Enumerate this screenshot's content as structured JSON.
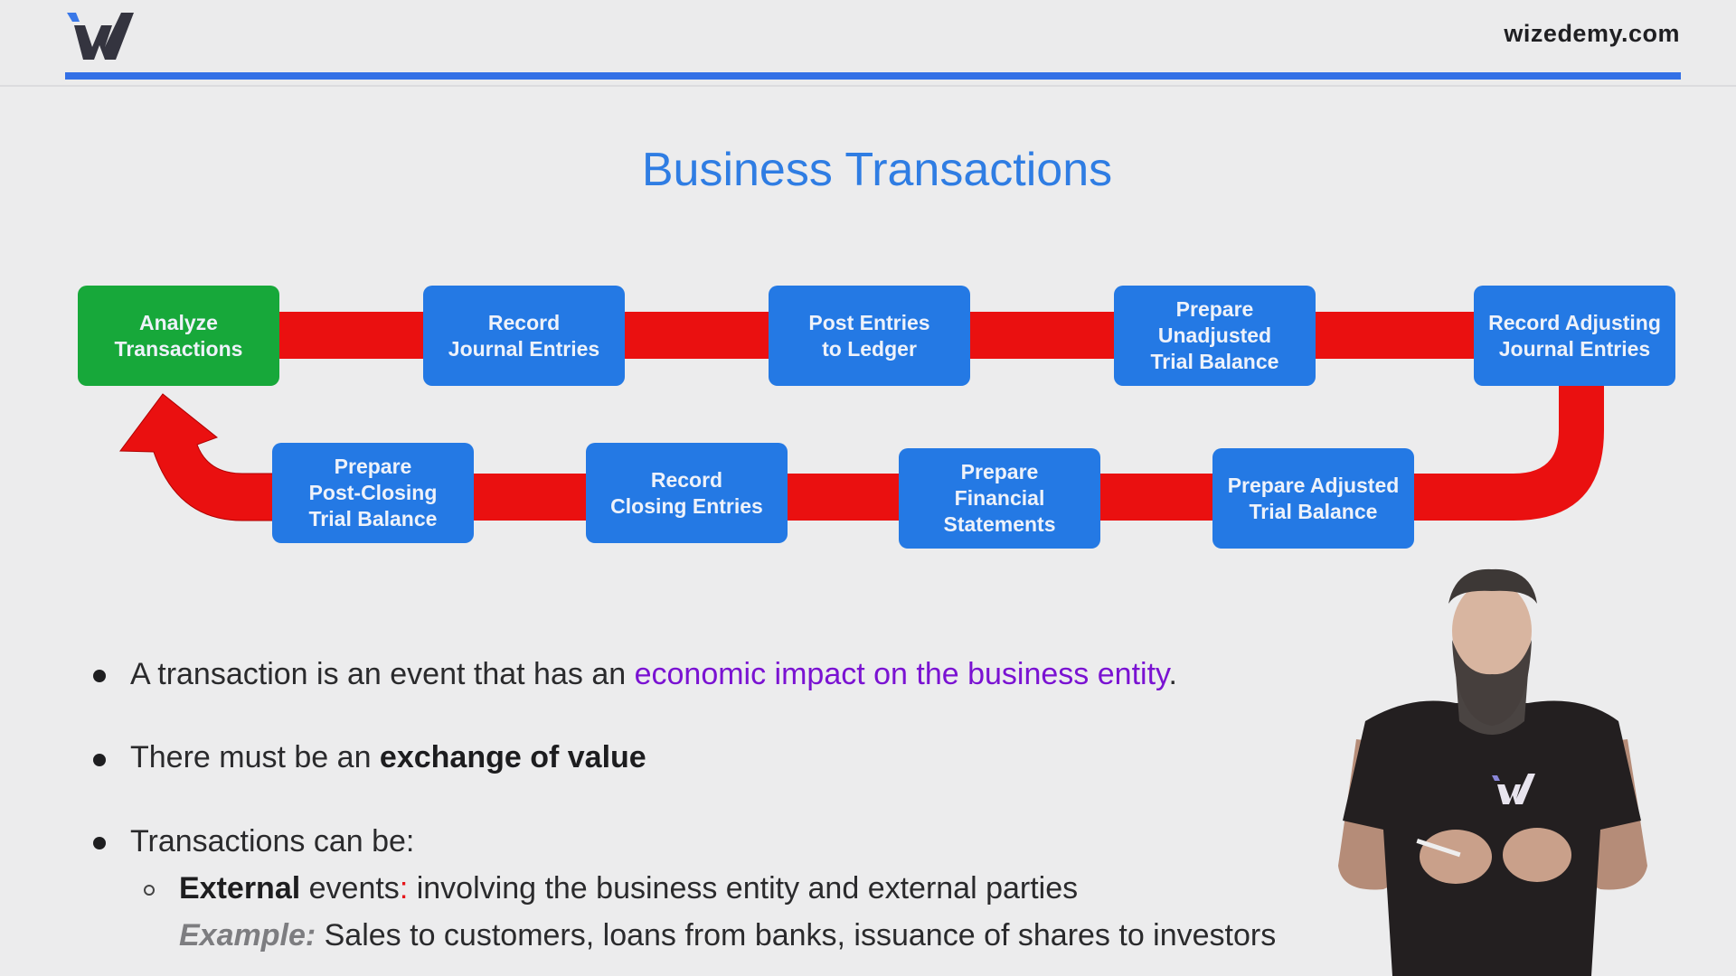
{
  "header": {
    "logo": "wizedemy-w-logo",
    "site": "wizedemy.com",
    "accent_color": "#3370e6"
  },
  "slide": {
    "title": "Business Transactions",
    "title_color": "#2f7de3"
  },
  "cycle": {
    "colors": {
      "step": "#2479e4",
      "start": "#17a83a",
      "connector": "#ea1010"
    },
    "steps": [
      {
        "label": "Analyze\nTransactions"
      },
      {
        "label": "Record\nJournal Entries"
      },
      {
        "label": "Post Entries\nto Ledger"
      },
      {
        "label": "Prepare\nUnadjusted\nTrial Balance"
      },
      {
        "label": "Record Adjusting\nJournal Entries"
      },
      {
        "label": "Prepare Adjusted\nTrial Balance"
      },
      {
        "label": "Prepare\nFinancial\nStatements"
      },
      {
        "label": "Record\nClosing Entries"
      },
      {
        "label": "Prepare\nPost-Closing\nTrial Balance"
      }
    ]
  },
  "bullets": {
    "b1": {
      "pre": "A transaction is an event that has an ",
      "highlight": "economic impact on the business entity",
      "post": "."
    },
    "b2": {
      "pre": "There must be an ",
      "bold": "exchange of value"
    },
    "b3": {
      "text": "Transactions can be:"
    },
    "sub1": {
      "bold": "External",
      "mid": " events",
      "colon": ":",
      "rest": " involving the business entity and external parties"
    },
    "example": {
      "label": "Example:",
      "text": " Sales to customers, loans from banks, issuance of shares to investors"
    }
  },
  "presenter": {
    "shirt_logo": "wizedemy-w-logo"
  }
}
